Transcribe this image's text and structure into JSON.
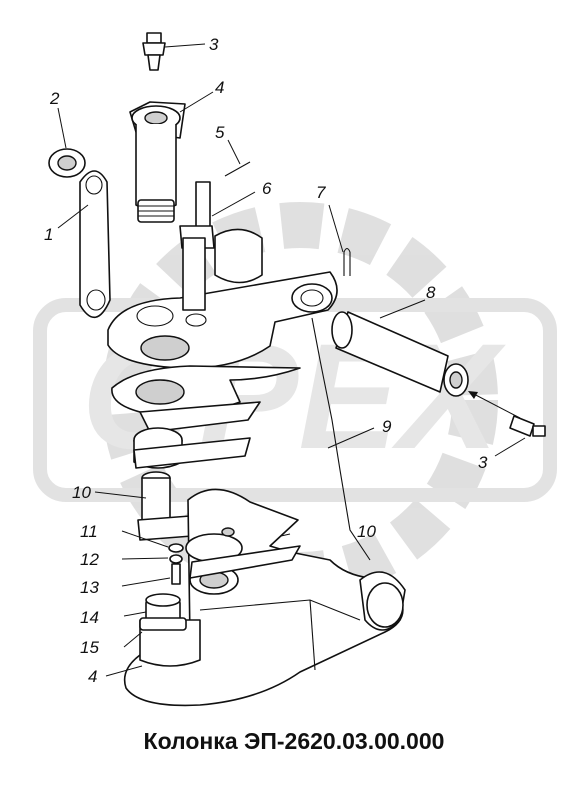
{
  "caption": "Колонка ЭП-2620.03.00.000",
  "watermark": {
    "text": "OPEX",
    "color": "#d9d9d9"
  },
  "callouts": {
    "c1": "1",
    "c2": "2",
    "c3a": "3",
    "c3b": "3",
    "c4a": "4",
    "c4b": "4",
    "c5": "5",
    "c6": "6",
    "c7": "7",
    "c8": "8",
    "c9": "9",
    "c10a": "10",
    "c10b": "10",
    "c11": "11",
    "c12": "12",
    "c13": "13",
    "c14": "14",
    "c15": "15"
  }
}
